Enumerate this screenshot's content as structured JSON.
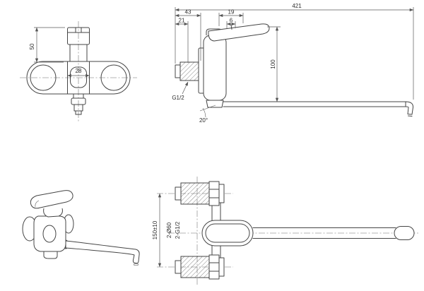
{
  "front_view": {
    "height": "50",
    "width": "28"
  },
  "side_view": {
    "overall_length": "421",
    "dim_a": "43",
    "dim_b": "19",
    "dim_c": "21",
    "dim_d": "6",
    "height": "100",
    "thread": "G1/2",
    "swivel_angle": "20°"
  },
  "top_view": {
    "flange_diameter": "2-Ø60",
    "thread": "2-G1/2",
    "inlet_spacing": "150±10"
  }
}
